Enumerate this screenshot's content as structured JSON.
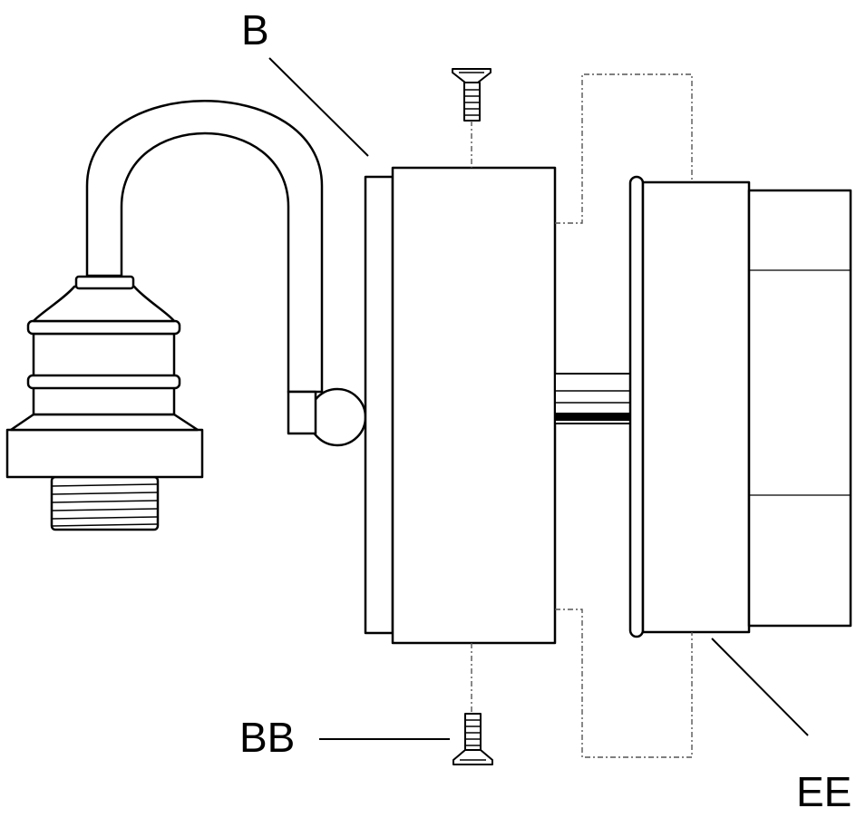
{
  "callouts": {
    "b": "B",
    "bb": "BB",
    "ee": "EE"
  },
  "colors": {
    "line": "#000000",
    "fill": "#ffffff",
    "dashed": "#555555"
  }
}
